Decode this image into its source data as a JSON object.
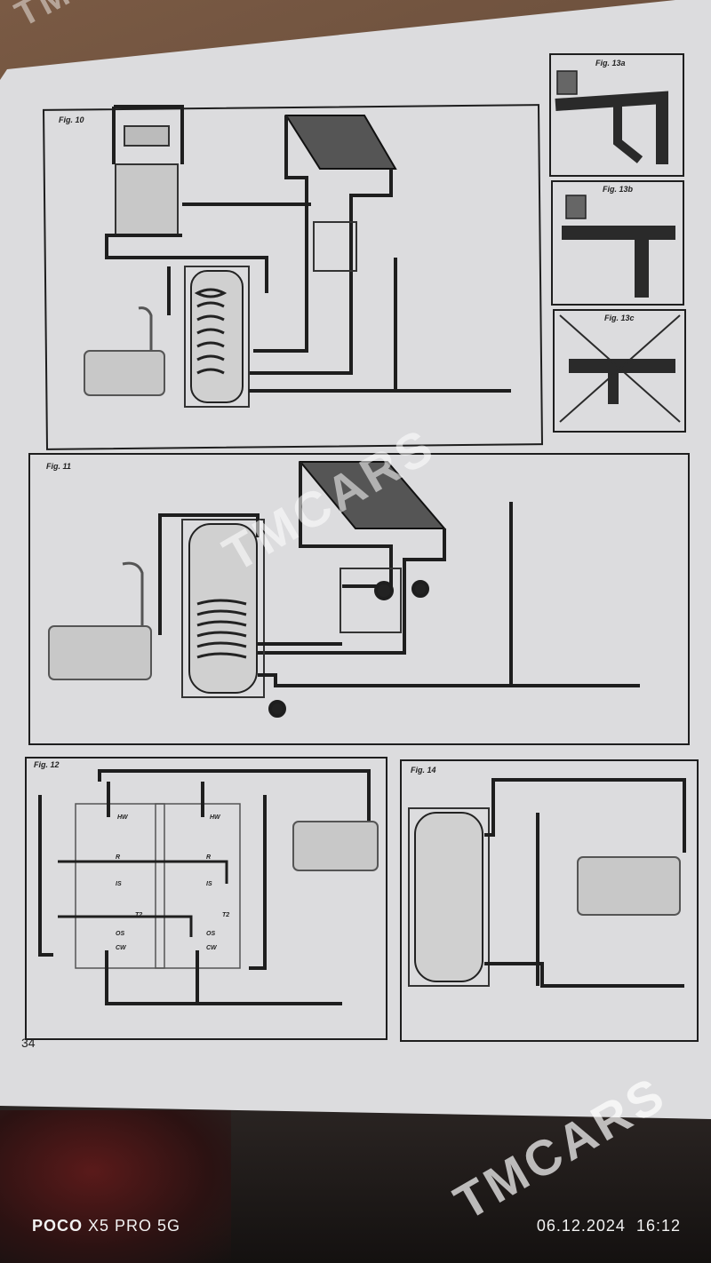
{
  "document": {
    "page_number": "34",
    "figures": {
      "fig10": "Fig. 10",
      "fig11": "Fig. 11",
      "fig12": "Fig. 12",
      "fig13a": "Fig. 13a",
      "fig13b": "Fig. 13b",
      "fig13c": "Fig. 13c",
      "fig14": "Fig. 14"
    },
    "fig12_labels": [
      "HW",
      "HW",
      "R",
      "R",
      "IS",
      "IS",
      "T2",
      "T2",
      "OS",
      "OS",
      "CW",
      "CW"
    ]
  },
  "watermark": {
    "text_1": "TMC",
    "text_2": "TMCARS",
    "text_3": "TMCARS"
  },
  "camera": {
    "brand_bold": "POCO",
    "brand_rest": " X5 PRO 5G",
    "date": "06.12.2024",
    "time": "16:12"
  }
}
